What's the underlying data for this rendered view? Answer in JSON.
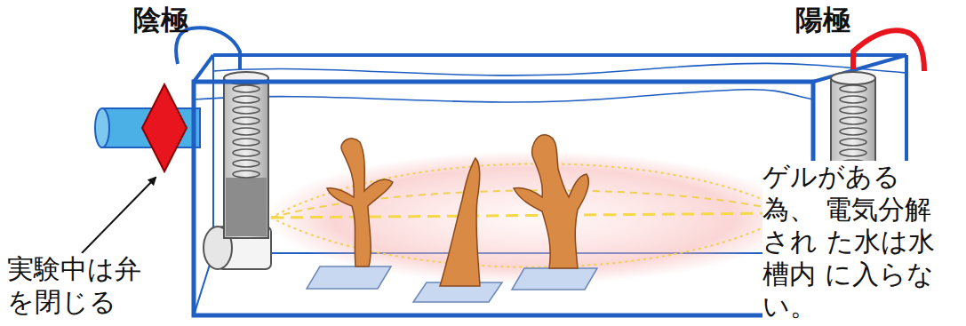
{
  "diagram": {
    "labels": [
      "陰極",
      "陽極",
      "ゲルがある為、 電気分解され た水は水槽内 に入らない。",
      "実験中は弁 を閉じる"
    ]
  }
}
